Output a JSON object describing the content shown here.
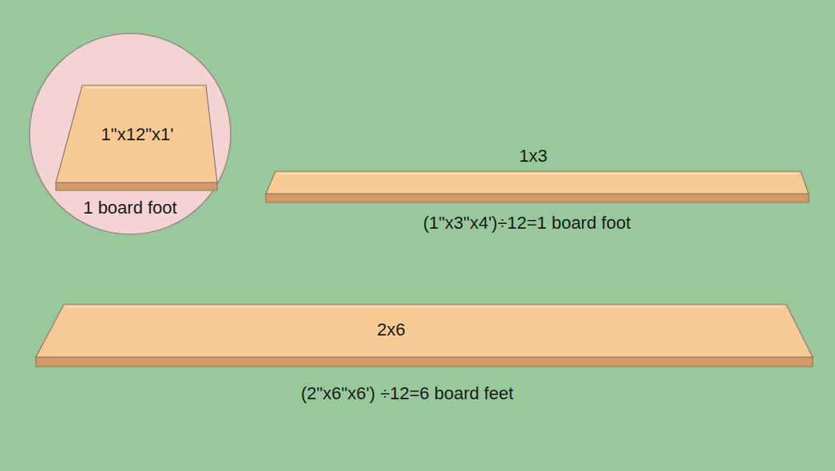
{
  "diagram": {
    "nodes": [
      {
        "text": [
          "1 board foot"
        ]
      },
      {
        "text": [
          "1\"x12\"x1'"
        ],
        "in": 0
      },
      {
        "text": [
          "1x3",
          "(1\"x3\"x4')÷12=1 board foot"
        ]
      },
      {
        "text": [
          "2x6",
          "(2\"x6\"x6') ÷12=6 board feet"
        ]
      }
    ]
  }
}
